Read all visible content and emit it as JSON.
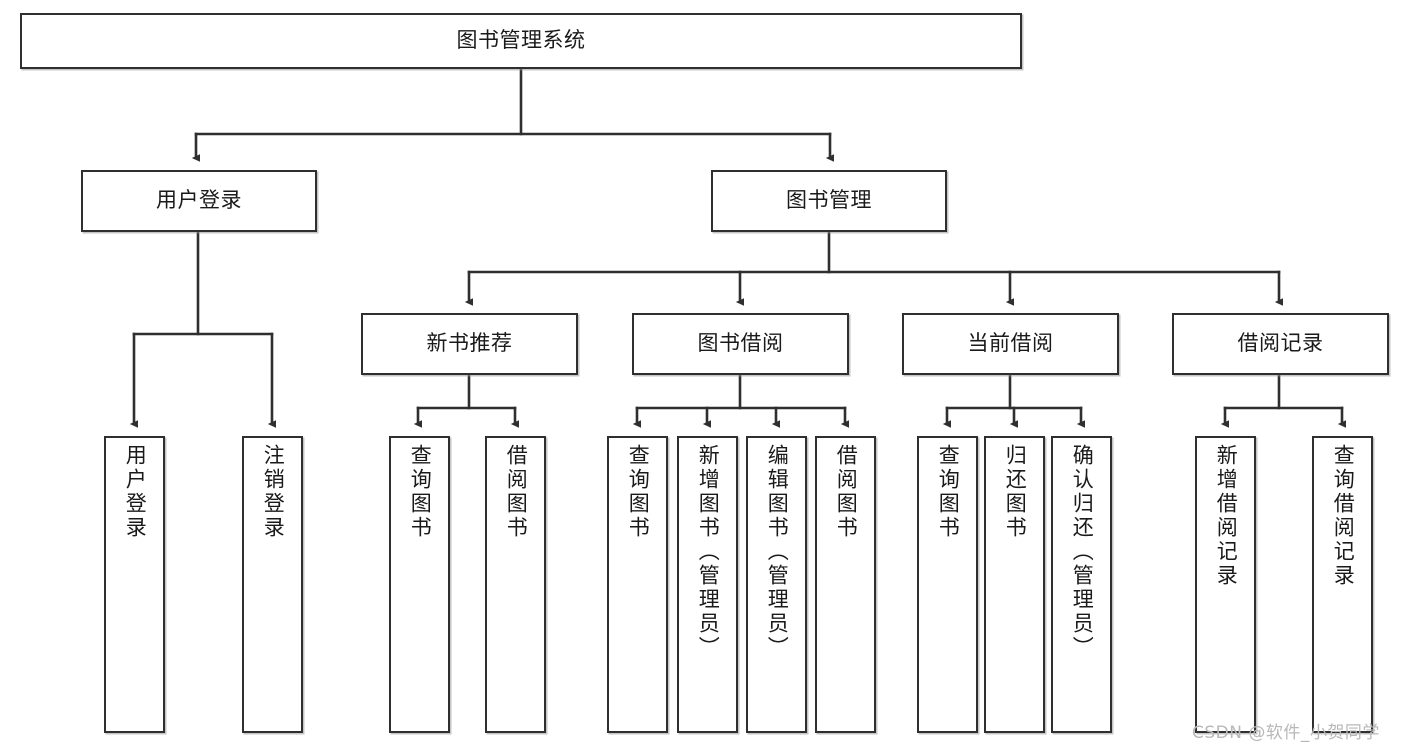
{
  "diagram": {
    "type": "tree-hierarchy-functional-decomposition",
    "root": {
      "label": "图书管理系统"
    },
    "level2": [
      {
        "label": "用户登录"
      },
      {
        "label": "图书管理"
      }
    ],
    "level3": [
      {
        "label": "新书推荐"
      },
      {
        "label": "图书借阅"
      },
      {
        "label": "当前借阅"
      },
      {
        "label": "借阅记录"
      }
    ],
    "leaves": {
      "user_login": [
        {
          "label": "用户登录"
        },
        {
          "label": "注销登录"
        }
      ],
      "new_book_recommend": [
        {
          "label": "查询图书"
        },
        {
          "label": "借阅图书"
        }
      ],
      "book_borrow": [
        {
          "label": "查询图书"
        },
        {
          "label": "新增图书（管理员）"
        },
        {
          "label": "编辑图书（管理员）"
        },
        {
          "label": "借阅图书"
        }
      ],
      "current_borrow": [
        {
          "label": "查询图书"
        },
        {
          "label": "归还图书"
        },
        {
          "label": "确认归还（管理员）"
        }
      ],
      "borrow_record": [
        {
          "label": "新增借阅记录"
        },
        {
          "label": "查询借阅记录"
        }
      ]
    }
  },
  "watermark": {
    "text": "CSDN @软件_小贺同学"
  },
  "colors": {
    "border": "#2f2f2f",
    "background": "#ffffff",
    "text": "#1a1a1a",
    "watermark": "#b8b8b8"
  }
}
